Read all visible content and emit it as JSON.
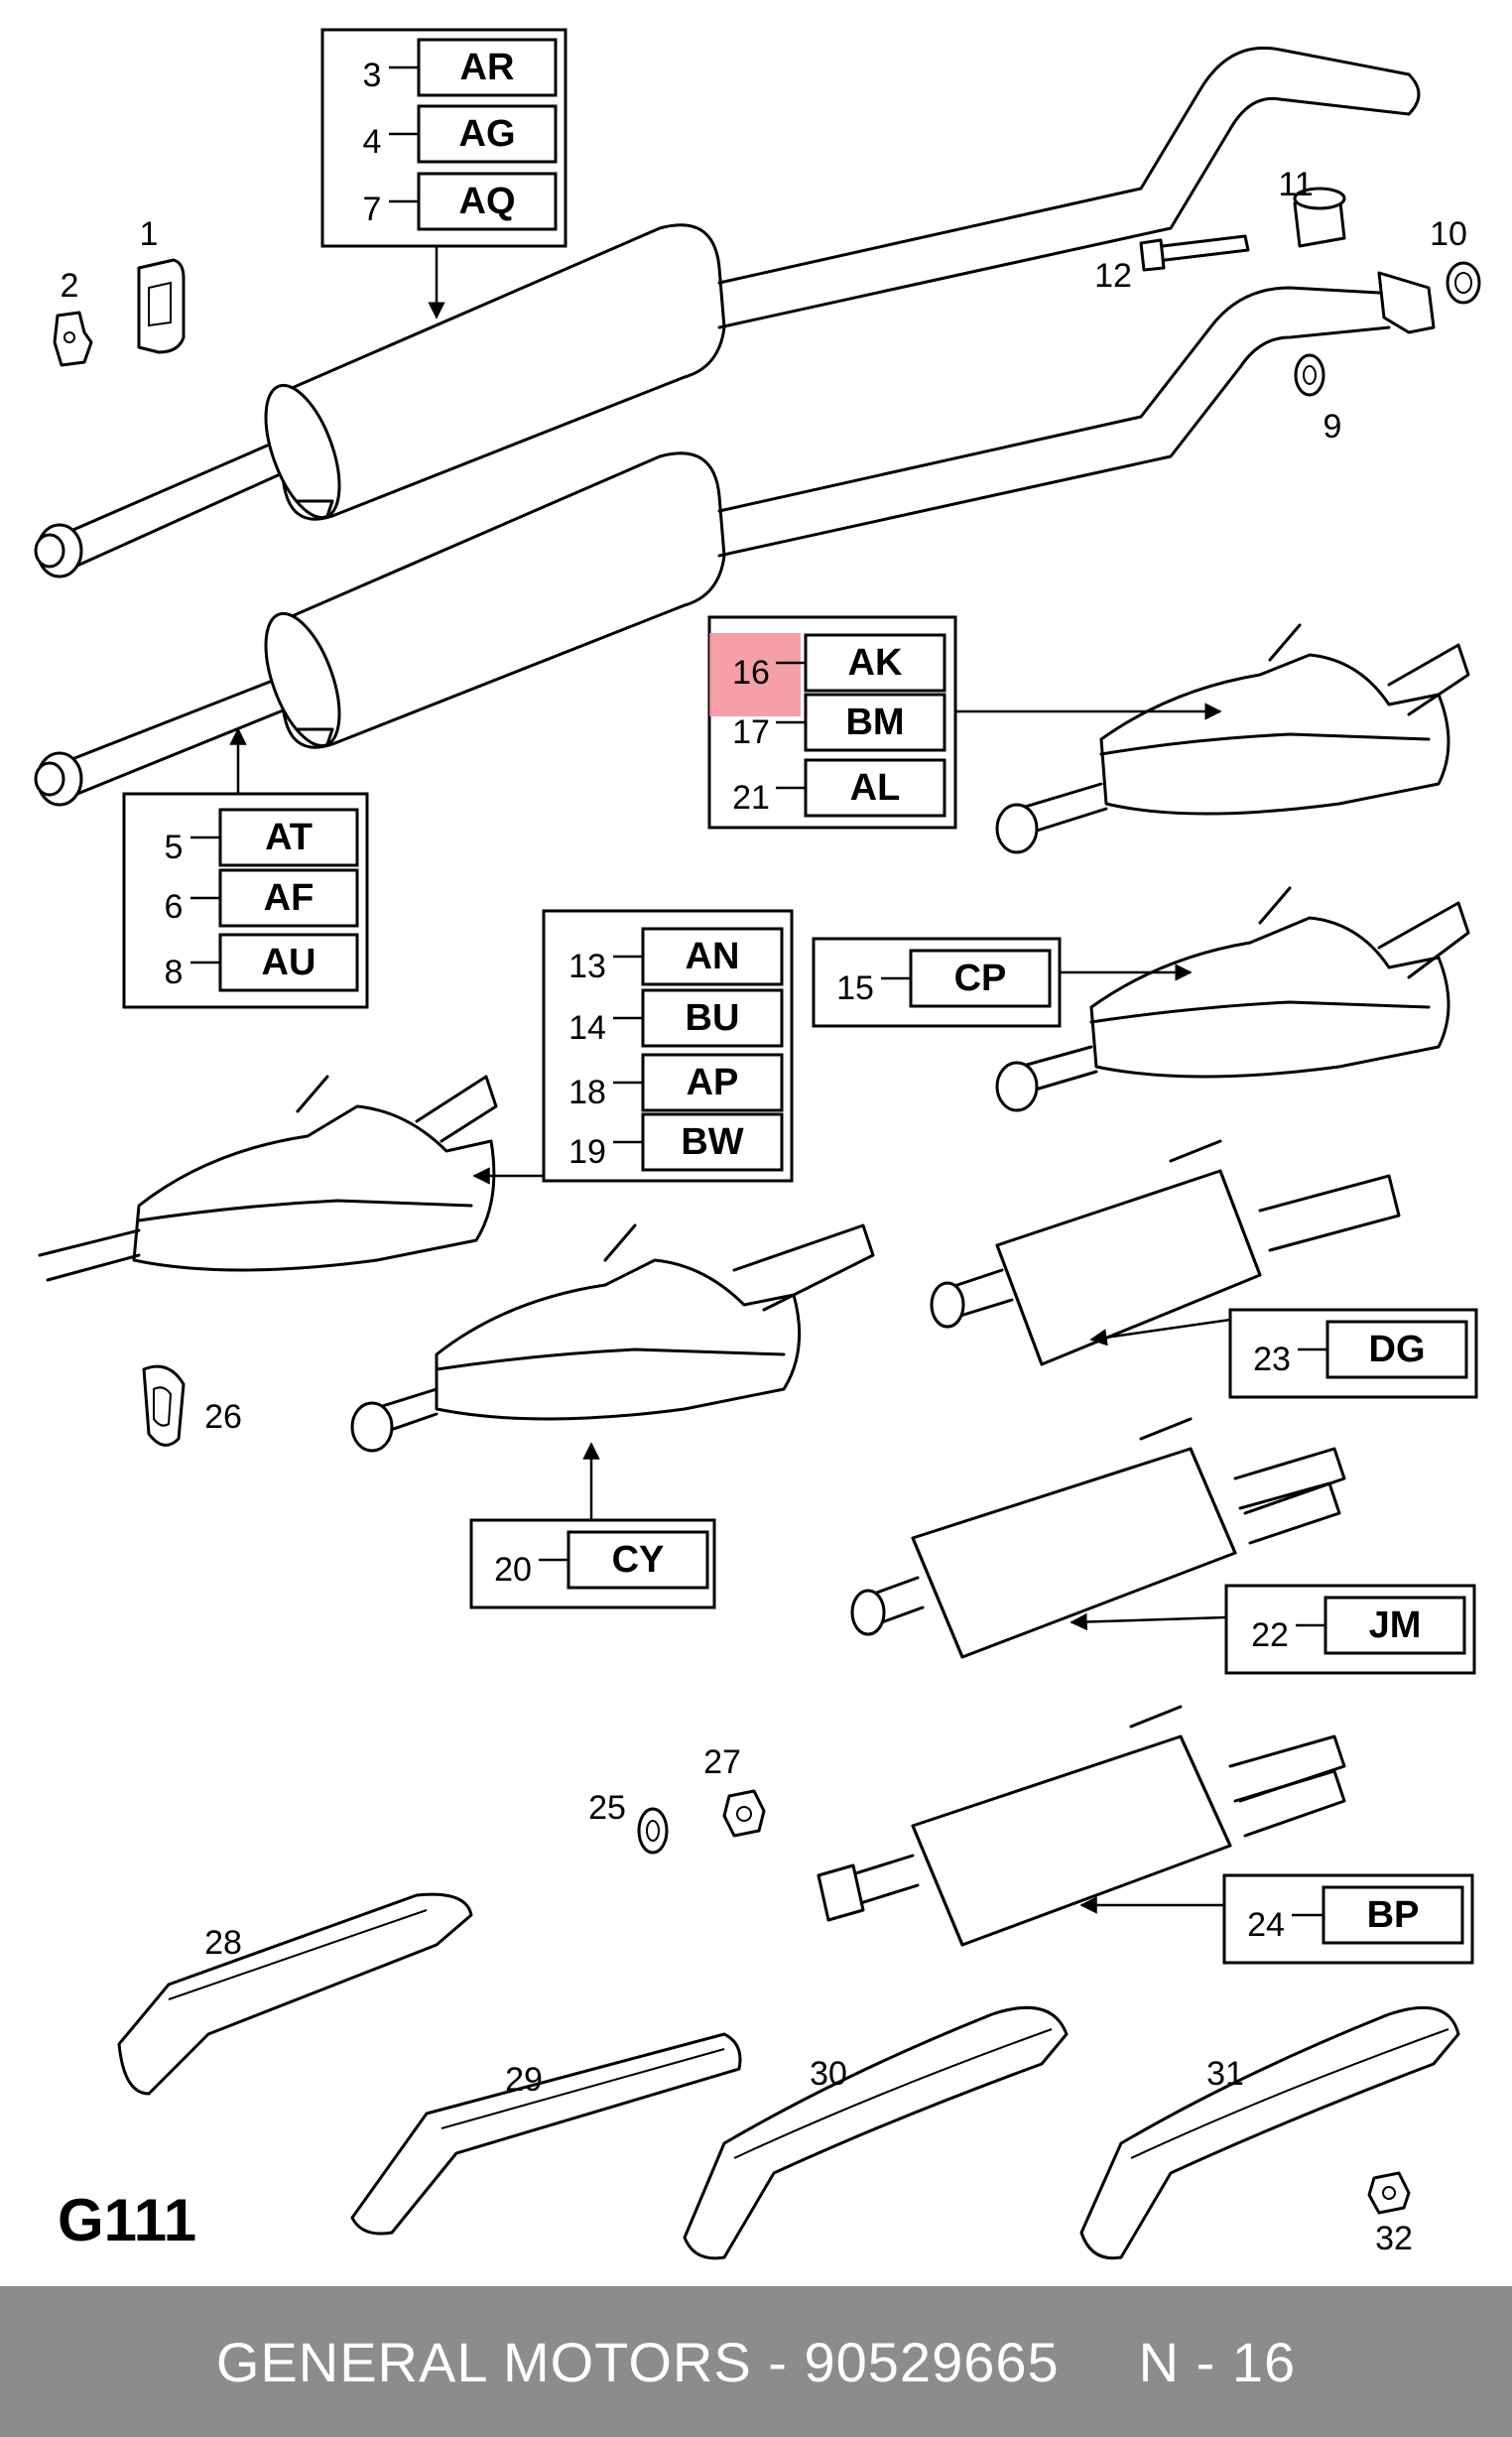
{
  "page_code": "G111",
  "footer": {
    "brand_part": "GENERAL MOTORS - 90529665",
    "page": "N - 16"
  },
  "callouts": {
    "c1": [
      {
        "num": "3",
        "code": "AR"
      },
      {
        "num": "4",
        "code": "AG"
      },
      {
        "num": "7",
        "code": "AQ"
      }
    ],
    "c2": [
      {
        "num": "5",
        "code": "AT"
      },
      {
        "num": "6",
        "code": "AF"
      },
      {
        "num": "8",
        "code": "AU"
      }
    ],
    "c3": [
      {
        "num": "16",
        "code": "AK"
      },
      {
        "num": "17",
        "code": "BM"
      },
      {
        "num": "21",
        "code": "AL"
      }
    ],
    "c4": [
      {
        "num": "13",
        "code": "AN"
      },
      {
        "num": "14",
        "code": "BU"
      },
      {
        "num": "18",
        "code": "AP"
      },
      {
        "num": "19",
        "code": "BW"
      }
    ],
    "c5": [
      {
        "num": "15",
        "code": "CP"
      }
    ],
    "c6": [
      {
        "num": "23",
        "code": "DG"
      }
    ],
    "c7": [
      {
        "num": "20",
        "code": "CY"
      }
    ],
    "c8": [
      {
        "num": "22",
        "code": "JM"
      }
    ],
    "c9": [
      {
        "num": "24",
        "code": "BP"
      }
    ]
  },
  "highlighted_item": "16",
  "part_numbers": {
    "p1": "1",
    "p2": "2",
    "p9": "9",
    "p10": "10",
    "p11": "11",
    "p12": "12",
    "p25": "25",
    "p26": "26",
    "p27": "27",
    "p28": "28",
    "p29": "29",
    "p30": "30",
    "p31": "31",
    "p32": "32"
  }
}
